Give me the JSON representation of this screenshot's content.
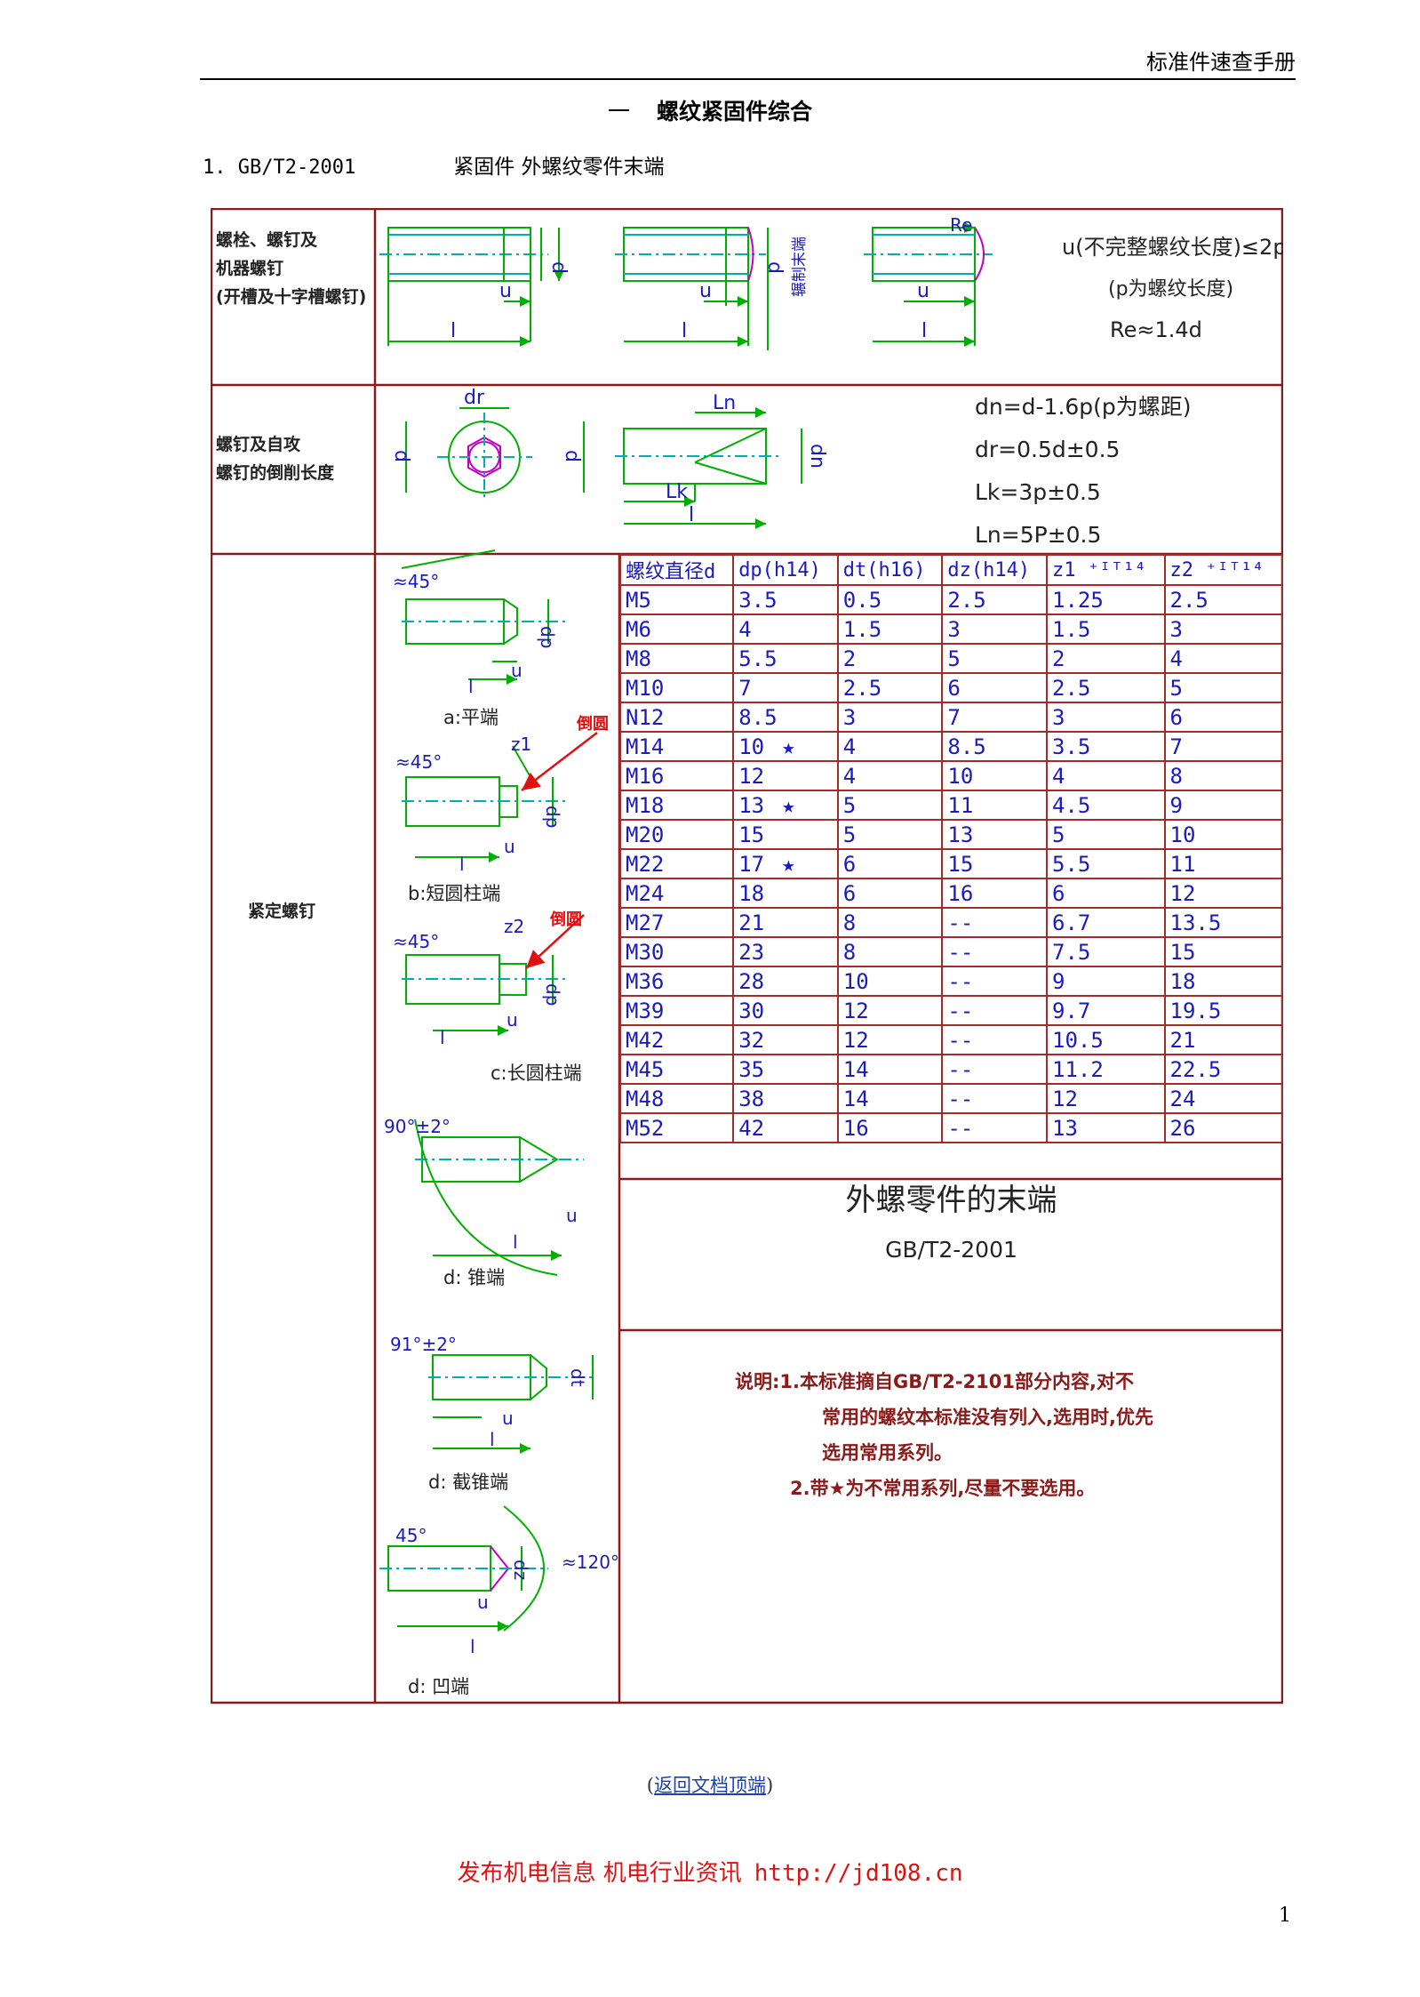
{
  "header": {
    "running_title": "标准件速查手册"
  },
  "section": {
    "number": "一",
    "title": "螺纹紧固件综合"
  },
  "standard": {
    "index": "1. GB/T2-2001",
    "name": "紧固件 外螺纹零件末端"
  },
  "rows": {
    "row1": {
      "label": [
        "螺栓、螺钉及",
        "机器螺钉",
        "(开槽及十字槽螺钉)"
      ],
      "formulas": [
        "u(不完整螺纹长度)≤2p",
        "(p为螺纹长度)",
        "Re≈1.4d"
      ],
      "dims": {
        "d": "d",
        "u": "u",
        "l": "l",
        "re": "Re",
        "side": "辗制末端"
      }
    },
    "row2": {
      "label": [
        "螺钉及自攻",
        "螺钉的倒削长度"
      ],
      "formulas": [
        "dn=d-1.6p(p为螺距)",
        "dr=0.5d±0.5",
        "Lk=3p±0.5",
        "Ln=5P±0.5"
      ],
      "dims": {
        "dr": "dr",
        "d": "d",
        "d2": "d",
        "ln": "Ln",
        "lk": "Lk",
        "l": "l",
        "dn": "dn"
      }
    },
    "row3": {
      "label": "紧定螺钉",
      "views": {
        "a": {
          "angle": "≈45°",
          "dp": "dp",
          "u": "u",
          "l": "l",
          "caption": "a:平端"
        },
        "b": {
          "angle": "≈45°",
          "z": "z1",
          "chamfer": "倒圆",
          "dp": "dp",
          "u": "u",
          "l": "l",
          "caption": "b:短圆柱端"
        },
        "c": {
          "angle": "≈45°",
          "z": "z2",
          "chamfer": "倒圆",
          "dp": "dp",
          "u": "u",
          "l": "l",
          "caption": "c:长圆柱端"
        },
        "d1": {
          "angle": "90°±2°",
          "u": "u",
          "l": "l",
          "caption": "d: 锥端"
        },
        "d2": {
          "angle": "91°±2°",
          "dt": "dt",
          "u": "u",
          "l": "l",
          "caption": "d: 截锥端"
        },
        "d3": {
          "angle": "45°",
          "cone": "≈120°",
          "dz": "dz",
          "u": "u",
          "l": "l",
          "caption": "d: 凹端"
        }
      }
    }
  },
  "table": {
    "headers": [
      "螺纹直径d",
      "dp(h14)",
      "dt(h16)",
      "dz(h14)",
      "z1 ⁺ᴵᵀ¹⁴",
      "z2 ⁺ᴵᵀ¹⁴"
    ],
    "rows": [
      [
        "M5",
        "3.5",
        "",
        "0.5",
        "2.5",
        "1.25",
        "2.5"
      ],
      [
        "M6",
        "4",
        "",
        "1.5",
        "3",
        "1.5",
        "3"
      ],
      [
        "M8",
        "5.5",
        "",
        "2",
        "5",
        "2",
        "4"
      ],
      [
        "M10",
        "7",
        "",
        "2.5",
        "6",
        "2.5",
        "5"
      ],
      [
        "N12",
        "8.5",
        "",
        "3",
        "7",
        "3",
        "6"
      ],
      [
        "M14",
        "10",
        "★",
        "4",
        "8.5",
        "3.5",
        "7"
      ],
      [
        "M16",
        "12",
        "",
        "4",
        "10",
        "4",
        "8"
      ],
      [
        "M18",
        "13",
        "★",
        "5",
        "11",
        "4.5",
        "9"
      ],
      [
        "M20",
        "15",
        "",
        "5",
        "13",
        "5",
        "10"
      ],
      [
        "M22",
        "17",
        "★",
        "6",
        "15",
        "5.5",
        "11"
      ],
      [
        "M24",
        "18",
        "",
        "6",
        "16",
        "6",
        "12"
      ],
      [
        "M27",
        "21",
        "",
        "8",
        "--",
        "6.7",
        "13.5"
      ],
      [
        "M30",
        "23",
        "",
        "8",
        "--",
        "7.5",
        "15"
      ],
      [
        "M36",
        "28",
        "",
        "10",
        "--",
        "9",
        "18"
      ],
      [
        "M39",
        "30",
        "",
        "12",
        "--",
        "9.7",
        "19.5"
      ],
      [
        "M42",
        "32",
        "",
        "12",
        "--",
        "10.5",
        "21"
      ],
      [
        "M45",
        "35",
        "",
        "14",
        "--",
        "11.2",
        "22.5"
      ],
      [
        "M48",
        "38",
        "",
        "14",
        "--",
        "12",
        "24"
      ],
      [
        "M52",
        "42",
        "",
        "16",
        "--",
        "13",
        "26"
      ]
    ]
  },
  "title_block": {
    "title": "外螺零件的末端",
    "code": "GB/T2-2001"
  },
  "notes": {
    "line1": "说明:1.本标准摘自GB/T2-2101部分内容,对不",
    "line2": "常用的螺纹本标准没有列入,选用时,优先",
    "line3": "选用常用系列。",
    "line4": "2.带★为不常用系列,尽量不要选用。"
  },
  "nav": {
    "open": "(",
    "back_link": "返回文档顶端",
    "close": ")"
  },
  "footer": {
    "text": "发布机电信息 机电行业资讯",
    "url": "http://jd108.cn"
  },
  "page_number": "1",
  "colors": {
    "frame": "#8b1a1a",
    "cad_green": "#00b000",
    "cad_blue": "#1a1abf",
    "footer": "#e01010"
  }
}
